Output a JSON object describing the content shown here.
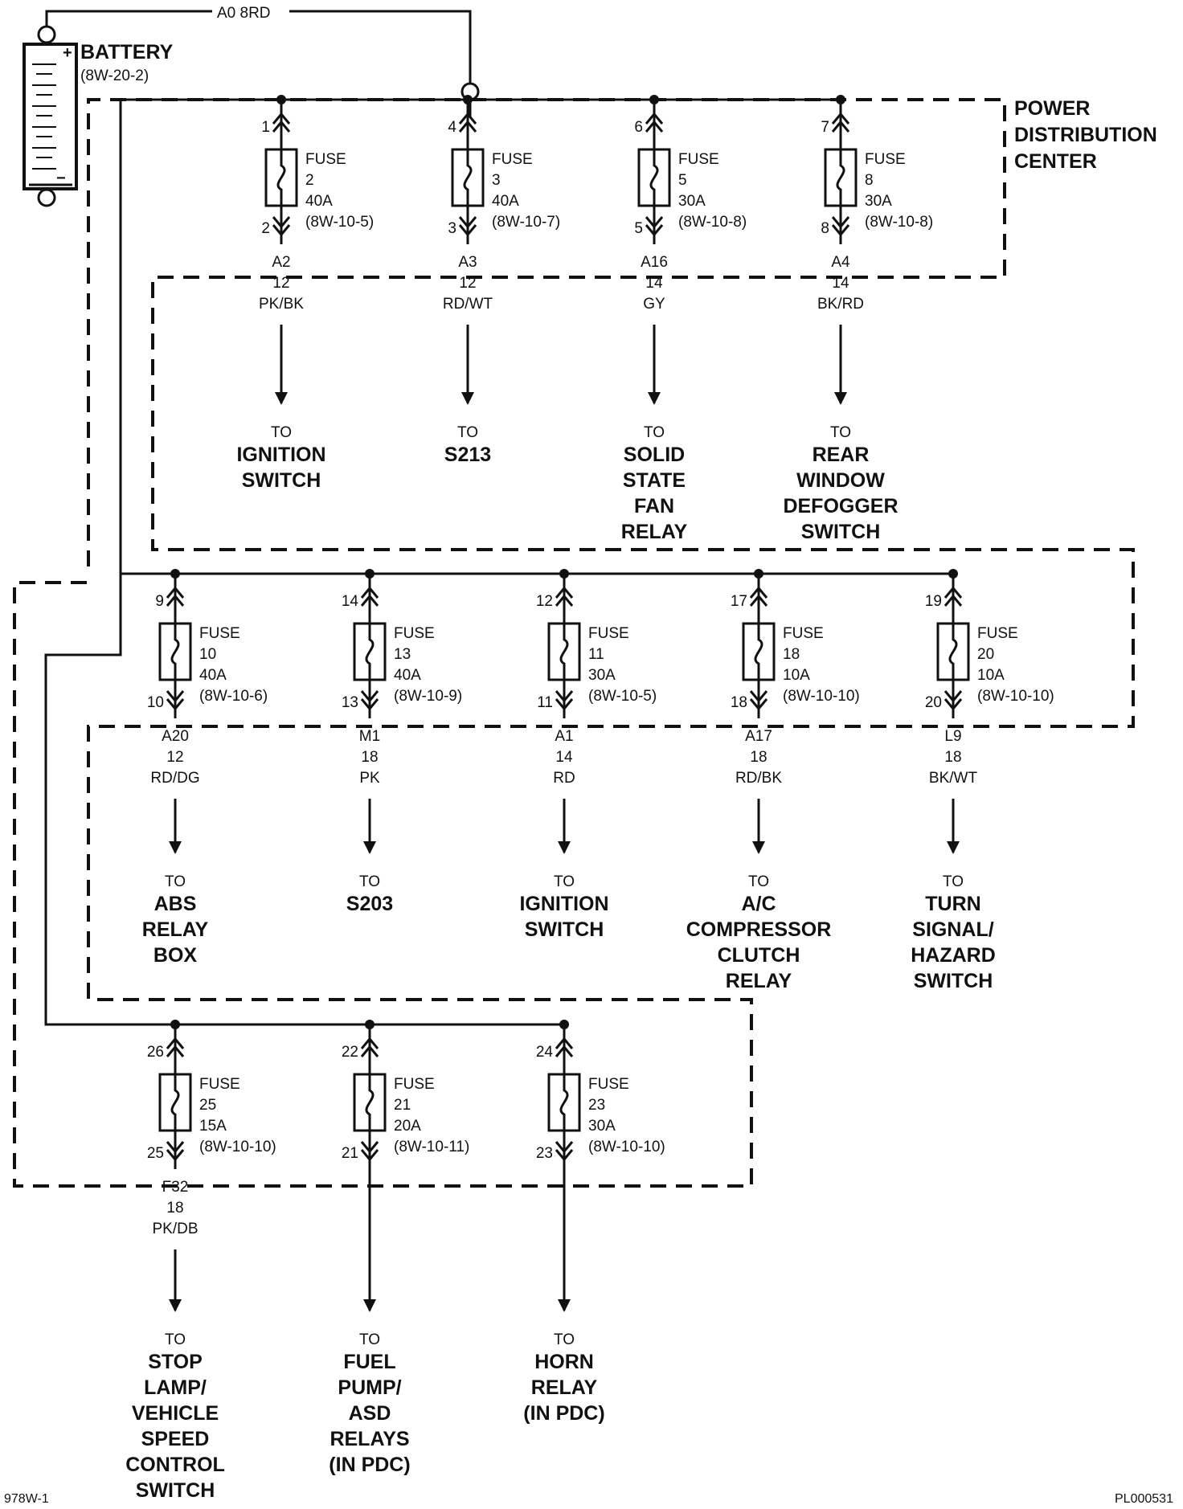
{
  "battery": {
    "title": "BATTERY",
    "ref": "(8W-20-2)",
    "plus": "+",
    "minus": "−"
  },
  "main_wire": {
    "label": "A0  8RD"
  },
  "pdc": {
    "title_lines": [
      "POWER",
      "DISTRIBUTION",
      "CENTER"
    ]
  },
  "fuse_word": "FUSE",
  "arrow_to": "TO",
  "rows": [
    {
      "fuses": [
        {
          "pin_in": "1",
          "pin_out": "2",
          "number": "2",
          "rating": "40A",
          "ref": "(8W-10-5)",
          "circuit": "A2",
          "gauge": "12",
          "color": "PK/BK",
          "dest": [
            "IGNITION",
            "SWITCH"
          ]
        },
        {
          "pin_in": "4",
          "pin_out": "3",
          "number": "3",
          "rating": "40A",
          "ref": "(8W-10-7)",
          "circuit": "A3",
          "gauge": "12",
          "color": "RD/WT",
          "dest": [
            "S213"
          ]
        },
        {
          "pin_in": "6",
          "pin_out": "5",
          "number": "5",
          "rating": "30A",
          "ref": "(8W-10-8)",
          "circuit": "A16",
          "gauge": "14",
          "color": "GY",
          "dest": [
            "SOLID",
            "STATE",
            "FAN",
            "RELAY"
          ]
        },
        {
          "pin_in": "7",
          "pin_out": "8",
          "number": "8",
          "rating": "30A",
          "ref": "(8W-10-8)",
          "circuit": "A4",
          "gauge": "14",
          "color": "BK/RD",
          "dest": [
            "REAR",
            "WINDOW",
            "DEFOGGER",
            "SWITCH"
          ]
        }
      ]
    },
    {
      "fuses": [
        {
          "pin_in": "9",
          "pin_out": "10",
          "number": "10",
          "rating": "40A",
          "ref": "(8W-10-6)",
          "circuit": "A20",
          "gauge": "12",
          "color": "RD/DG",
          "dest": [
            "ABS",
            "RELAY",
            "BOX"
          ]
        },
        {
          "pin_in": "14",
          "pin_out": "13",
          "number": "13",
          "rating": "40A",
          "ref": "(8W-10-9)",
          "circuit": "M1",
          "gauge": "18",
          "color": "PK",
          "dest": [
            "S203"
          ]
        },
        {
          "pin_in": "12",
          "pin_out": "11",
          "number": "11",
          "rating": "30A",
          "ref": "(8W-10-5)",
          "circuit": "A1",
          "gauge": "14",
          "color": "RD",
          "dest": [
            "IGNITION",
            "SWITCH"
          ]
        },
        {
          "pin_in": "17",
          "pin_out": "18",
          "number": "18",
          "rating": "10A",
          "ref": "(8W-10-10)",
          "circuit": "A17",
          "gauge": "18",
          "color": "RD/BK",
          "dest": [
            "A/C",
            "COMPRESSOR",
            "CLUTCH",
            "RELAY"
          ]
        },
        {
          "pin_in": "19",
          "pin_out": "20",
          "number": "20",
          "rating": "10A",
          "ref": "(8W-10-10)",
          "circuit": "L9",
          "gauge": "18",
          "color": "BK/WT",
          "dest": [
            "TURN",
            "SIGNAL/",
            "HAZARD",
            "SWITCH"
          ]
        }
      ]
    },
    {
      "fuses": [
        {
          "pin_in": "26",
          "pin_out": "25",
          "number": "25",
          "rating": "15A",
          "ref": "(8W-10-10)",
          "circuit": "F32",
          "gauge": "18",
          "color": "PK/DB",
          "dest": [
            "STOP",
            "LAMP/",
            "VEHICLE",
            "SPEED",
            "CONTROL",
            "SWITCH"
          ]
        },
        {
          "pin_in": "22",
          "pin_out": "21",
          "number": "21",
          "rating": "20A",
          "ref": "(8W-10-11)",
          "circuit": "",
          "gauge": "",
          "color": "",
          "dest": [
            "FUEL",
            "PUMP/",
            "ASD",
            "RELAYS",
            "(IN PDC)"
          ]
        },
        {
          "pin_in": "24",
          "pin_out": "23",
          "number": "23",
          "rating": "30A",
          "ref": "(8W-10-10)",
          "circuit": "",
          "gauge": "",
          "color": "",
          "dest": [
            "HORN",
            "RELAY",
            "(IN PDC)"
          ]
        }
      ]
    }
  ],
  "footer": {
    "left": "978W-1",
    "right": "PL000531"
  }
}
